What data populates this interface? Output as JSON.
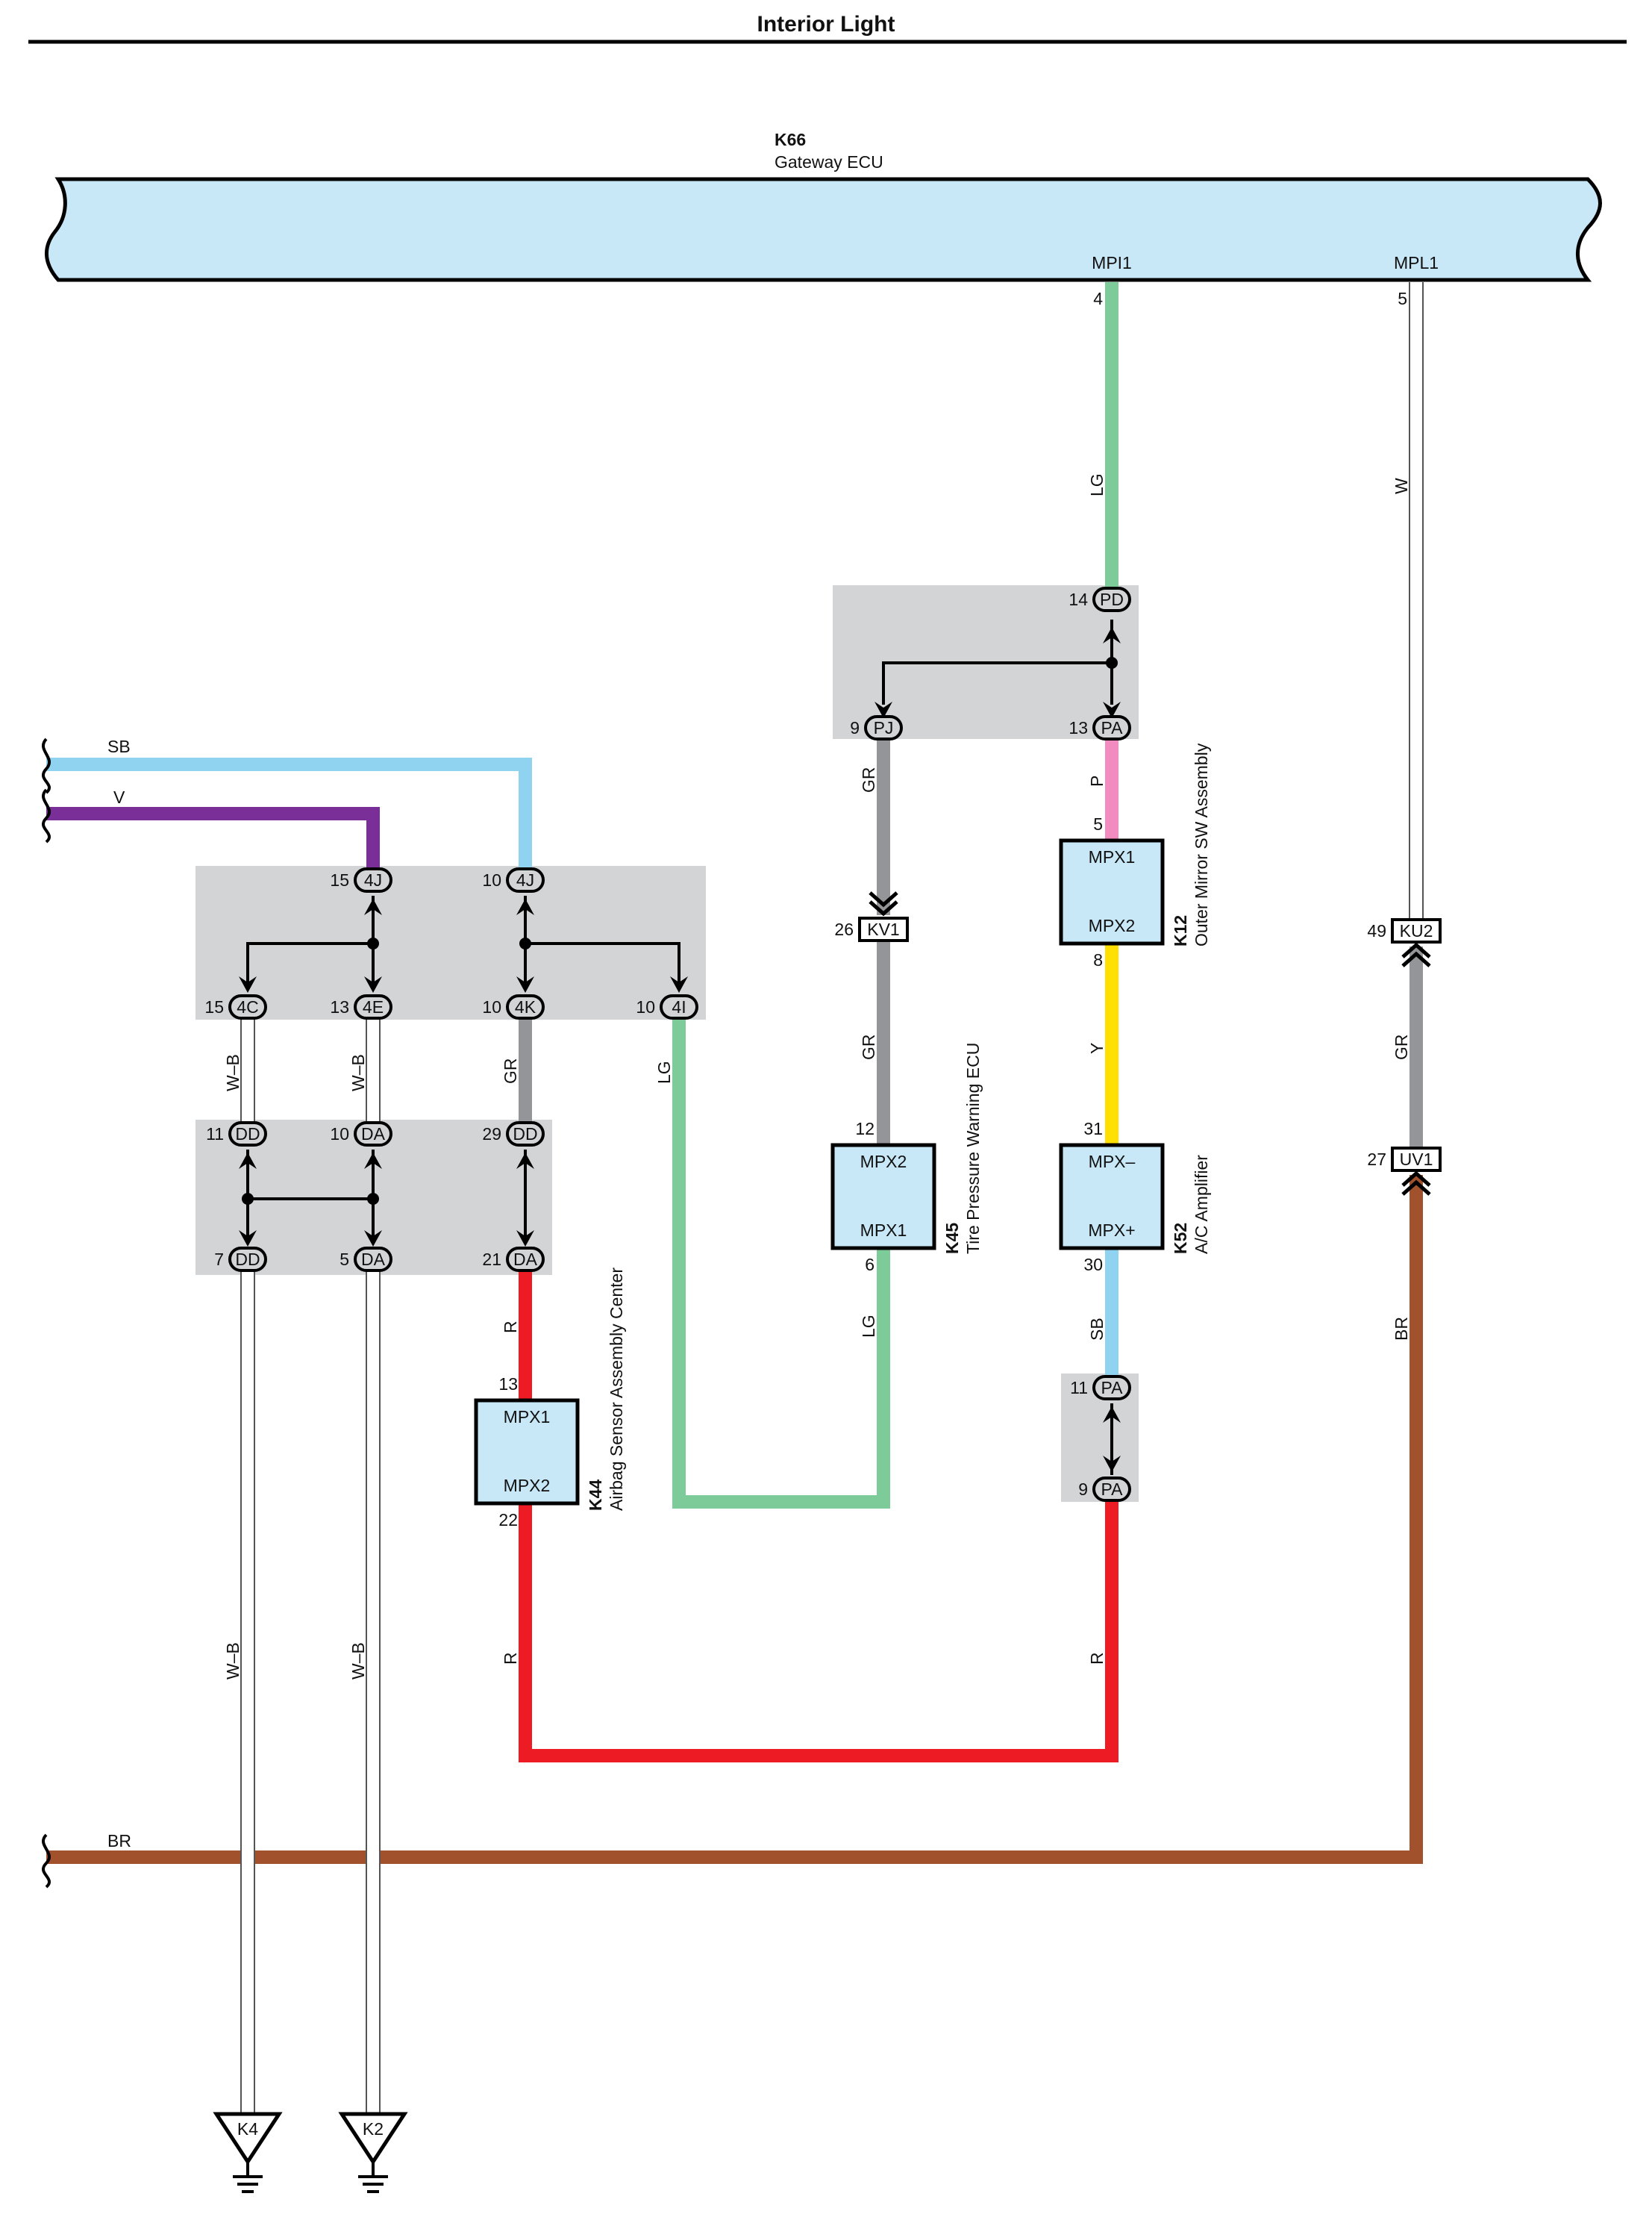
{
  "title": "Interior Light",
  "ecu": {
    "code": "K66",
    "name": "Gateway ECU",
    "pin_mpi1": "MPI1",
    "pin_mpl1": "MPL1",
    "pin_mpi1_no": "4",
    "pin_mpl1_no": "5"
  },
  "colors": {
    "ecu_fill": "#c8e8f8",
    "junction_fill": "#d3d4d6",
    "LG": "#7ecb9a",
    "W": "#ffffff",
    "P": "#f28bbf",
    "Y": "#ffe000",
    "SB": "#8fd3f1",
    "R": "#ed1c24",
    "GR": "#939598",
    "V": "#7a2e98",
    "BR": "#a1522d",
    "W_B": "#ffffff"
  },
  "wires": {
    "lg_top": "LG",
    "w_right": "W",
    "gr_pj": "GR",
    "p_pa": "P",
    "sb_left": "SB",
    "v_left": "V",
    "gr_kv1": "GR",
    "y_k12": "Y",
    "gr_ku2": "GR",
    "wb_4c": "W–B",
    "wb_4e": "W–B",
    "gr_4k": "GR",
    "lg_4i": "LG",
    "r_da": "R",
    "lg_k45": "LG",
    "sb_k52": "SB",
    "br_uv1": "BR",
    "wb_lower1": "W–B",
    "wb_lower2": "W–B",
    "r_k44": "R",
    "r_right": "R",
    "br_left": "BR"
  },
  "junction_pd": {
    "top": {
      "pin": "14",
      "code": "PD"
    },
    "left": {
      "pin": "9",
      "code": "PJ"
    },
    "right": {
      "pin": "13",
      "code": "PA"
    }
  },
  "junction_4": {
    "top1": {
      "pin": "15",
      "code": "4J"
    },
    "top2": {
      "pin": "10",
      "code": "4J"
    },
    "b1": {
      "pin": "15",
      "code": "4C"
    },
    "b2": {
      "pin": "13",
      "code": "4E"
    },
    "b3": {
      "pin": "10",
      "code": "4K"
    },
    "b4": {
      "pin": "10",
      "code": "4I"
    }
  },
  "junction_d": {
    "t1": {
      "pin": "11",
      "code": "DD"
    },
    "t2": {
      "pin": "10",
      "code": "DA"
    },
    "t3": {
      "pin": "29",
      "code": "DD"
    },
    "b1": {
      "pin": "7",
      "code": "DD"
    },
    "b2": {
      "pin": "5",
      "code": "DA"
    },
    "b3": {
      "pin": "21",
      "code": "DA"
    }
  },
  "junction_pa": {
    "top": {
      "pin": "11",
      "code": "PA"
    },
    "bottom": {
      "pin": "9",
      "code": "PA"
    }
  },
  "connectors": {
    "kv1": {
      "pin": "26",
      "code": "KV1"
    },
    "ku2": {
      "pin": "49",
      "code": "KU2"
    },
    "uv1": {
      "pin": "27",
      "code": "UV1"
    }
  },
  "components": {
    "k12": {
      "code": "K12",
      "name": "Outer Mirror SW Assembly",
      "top": "MPX1",
      "bottom": "MPX2",
      "pin_top": "5",
      "pin_bottom": "8"
    },
    "k45": {
      "code": "K45",
      "name": "Tire Pressure Warning ECU",
      "top": "MPX2",
      "bottom": "MPX1",
      "pin_top": "12",
      "pin_bottom": "6"
    },
    "k52": {
      "code": "K52",
      "name": "A/C Amplifier",
      "top": "MPX–",
      "bottom": "MPX+",
      "pin_top": "31",
      "pin_bottom": "30"
    },
    "k44": {
      "code": "K44",
      "name": "Airbag Sensor Assembly Center",
      "top": "MPX1",
      "bottom": "MPX2",
      "pin_top": "13",
      "pin_bottom": "22"
    }
  },
  "grounds": {
    "g1": "K4",
    "g2": "K2"
  }
}
